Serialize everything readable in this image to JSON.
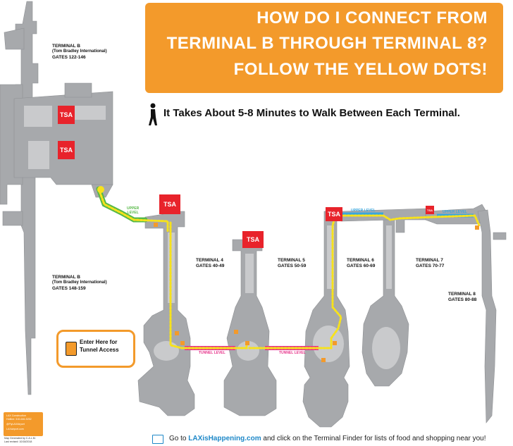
{
  "banner": {
    "line1": "HOW DO I CONNECT FROM",
    "line2": "TERMINAL B THROUGH TERMINAL 8?",
    "line3": "FOLLOW THE YELLOW DOTS!"
  },
  "walk_note": "It Takes About 5-8 Minutes to Walk Between Each Terminal.",
  "terminals": {
    "tb_north": {
      "name": "TERMINAL B",
      "sub": "(Tom Bradley International)",
      "gates": "GATES 122-146"
    },
    "tb_south": {
      "name": "TERMINAL B",
      "sub": "(Tom Bradley International)",
      "gates": "GATES 148-159"
    },
    "t4": {
      "name": "TERMINAL 4",
      "gates": "GATES 40-49"
    },
    "t5": {
      "name": "TERMINAL 5",
      "gates": "GATES 50-59"
    },
    "t6": {
      "name": "TERMINAL 6",
      "gates": "GATES 60-69"
    },
    "t7": {
      "name": "TERMINAL 7",
      "gates": "GATES 70-77"
    },
    "t8": {
      "name": "TERMINAL 8",
      "gates": "GATES 80-88"
    }
  },
  "tsa_label": "TSA",
  "levels": {
    "upper_line1": "UPPER",
    "upper_line2": "LEVEL",
    "upper": "UPPER LEVEL",
    "tunnel": "TUNNEL LEVEL"
  },
  "tunnel_box": {
    "line1": "Enter Here for",
    "line2": "Tunnel Access"
  },
  "legend": {
    "line1": "LAX Construction",
    "line2": "Hotline: 310-646-5252",
    "line3": "@FlyLAXAirport",
    "line4": "LAXairport.com"
  },
  "credit": {
    "line1": "Map Generated by C.A.L.M.",
    "line2": "Last revised: 10/18/2018"
  },
  "footer": {
    "prefix": "Go to",
    "link": "LAXisHappening.com",
    "suffix": "and click on the Terminal Finder for lists of food and shopping near you!"
  },
  "colors": {
    "banner": "#f39a2b",
    "tsa": "#e8232b",
    "terminal_fill": "#a7a9ac",
    "path_dots": "#f7e21b",
    "upper_level_green": "#57b947",
    "upper_level_blue": "#3aa6dd",
    "tunnel_level": "#e7328a",
    "link": "#1e88c8"
  },
  "icons": [
    "walking-person-icon",
    "tunnel-entrance-icon",
    "computer-icon"
  ]
}
